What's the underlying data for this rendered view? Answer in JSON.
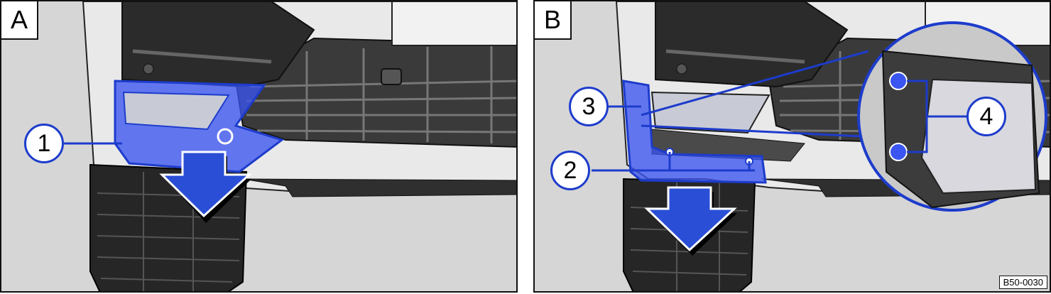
{
  "panels": [
    {
      "label": "A",
      "callouts": [
        "1"
      ]
    },
    {
      "label": "B",
      "callouts": [
        "3",
        "2",
        "4"
      ]
    }
  ],
  "figure_code": "B50-0030",
  "colors": {
    "highlight": "#3b55f0",
    "callout_line": "#1d3ccc",
    "arrow": "#2a4fd6",
    "background": "#d6d6d6"
  }
}
